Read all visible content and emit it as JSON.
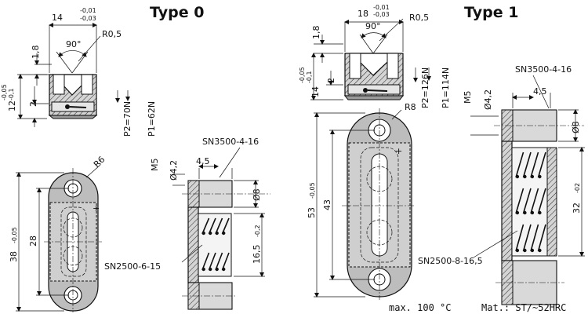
{
  "titles": {
    "type0": "Type 0",
    "type1": "Type 1"
  },
  "type0": {
    "width_dim": "14",
    "width_tol_top": "-0,01",
    "width_tol_bot": "-0,03",
    "radius": "R0,5",
    "angle": "90°",
    "depth": "1,8",
    "height_dim": "12",
    "height_tol_top": "-0,05",
    "height_tol_bot": "-0,1",
    "inner_dim": "2",
    "p2": "P2=70N",
    "p1": "P1=62N",
    "end_radius": "R6",
    "length_dim": "38",
    "length_tol": "-0,05",
    "pitch_dim": "28",
    "bolt_spec": "SN3500-4-16",
    "thread": "M5",
    "bore": "Ø4,2",
    "offset": "4,5",
    "bore2": "Ø8",
    "stack_dim": "16,5",
    "stack_tol": "-0,2",
    "spring_spec": "SN2500-6-15"
  },
  "type1": {
    "width_dim": "18",
    "width_tol_top": "-0,01",
    "width_tol_bot": "-0,03",
    "radius": "R0,5",
    "angle": "90°",
    "depth": "1,8",
    "height_dim": "14",
    "height_tol_top": "-0,05",
    "height_tol_bot": "-0,1",
    "inner_dim": "2",
    "p2": "P2=126N",
    "p1": "P1=114N",
    "end_radius": "R8",
    "length_dim": "53",
    "length_tol": "-0,05",
    "pitch_dim": "43",
    "bolt_spec": "SN3500-4-16",
    "thread": "M5",
    "bore": "Ø4,2",
    "offset": "4,5",
    "bore2": "Ø8",
    "stack_dim": "32",
    "stack_tol": "-02",
    "spring_spec": "SN2500-8-16,5"
  },
  "notes": {
    "temp": "max. 100 °C",
    "material": "Mat.: ST/~52HRC"
  }
}
